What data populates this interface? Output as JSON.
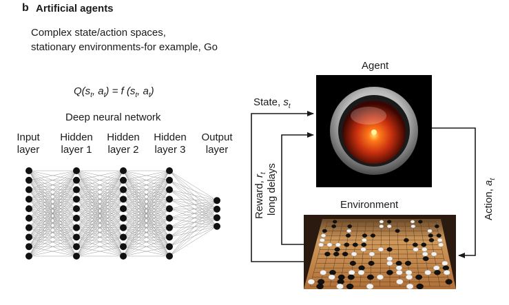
{
  "panel": {
    "letter": "b",
    "title": "Artificial agents",
    "subtitle_line1": "Complex state/action spaces,",
    "subtitle_line2": "stationary environments-for example, Go"
  },
  "equation": {
    "lhs_func": "Q",
    "lhs_state": "s",
    "lhs_action": "a",
    "sub": "t",
    "rhs_func": "f"
  },
  "network": {
    "title": "Deep neural network",
    "layers": [
      {
        "line1": "Input",
        "line2": "layer",
        "nodes": 10
      },
      {
        "line1": "Hidden",
        "line2": "layer 1",
        "nodes": 10
      },
      {
        "line1": "Hidden",
        "line2": "layer 2",
        "nodes": 10
      },
      {
        "line1": "Hidden",
        "line2": "layer 3",
        "nodes": 10
      },
      {
        "line1": "Output",
        "line2": "layer",
        "nodes": 4
      }
    ]
  },
  "rl_loop": {
    "agent_label": "Agent",
    "environment_label": "Environment",
    "state_label": "State, ",
    "state_symbol": "s",
    "reward_label": "Reward, ",
    "reward_symbol": "r",
    "reward_delay_label": "long delays",
    "action_label": "Action, ",
    "action_symbol": "a",
    "time_sub": "t"
  },
  "colors": {
    "node": "#111111",
    "edge": "#9a9a9a",
    "agent_bg": "#000000",
    "agent_eye": "#d23a1a",
    "board_wood": "#c88a4a"
  }
}
